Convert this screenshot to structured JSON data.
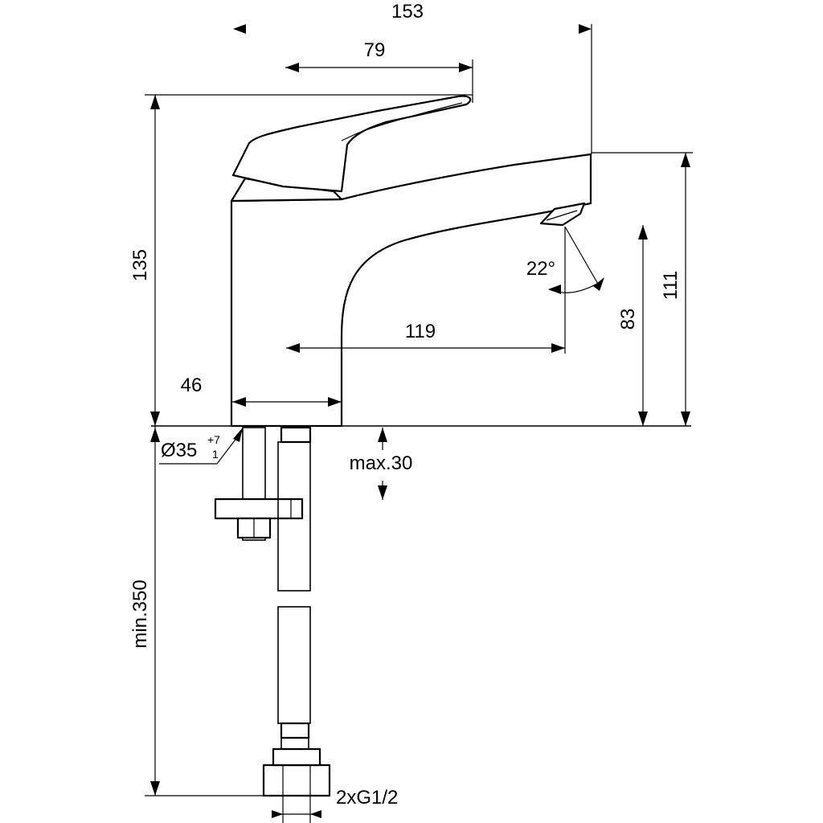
{
  "dimensions": {
    "total_width": "153",
    "lever_length": "79",
    "total_height": "135",
    "spout_reach": "119",
    "body_width": "46",
    "outlet_height_low": "83",
    "outlet_height_high": "111",
    "spray_angle": "22°",
    "mount_hole": "Ø35",
    "mount_hole_tol_upper": "+7",
    "mount_hole_tol_lower": "1",
    "deck_thickness": "max.30",
    "hose_length": "min.350",
    "connection": "2xG1/2"
  }
}
